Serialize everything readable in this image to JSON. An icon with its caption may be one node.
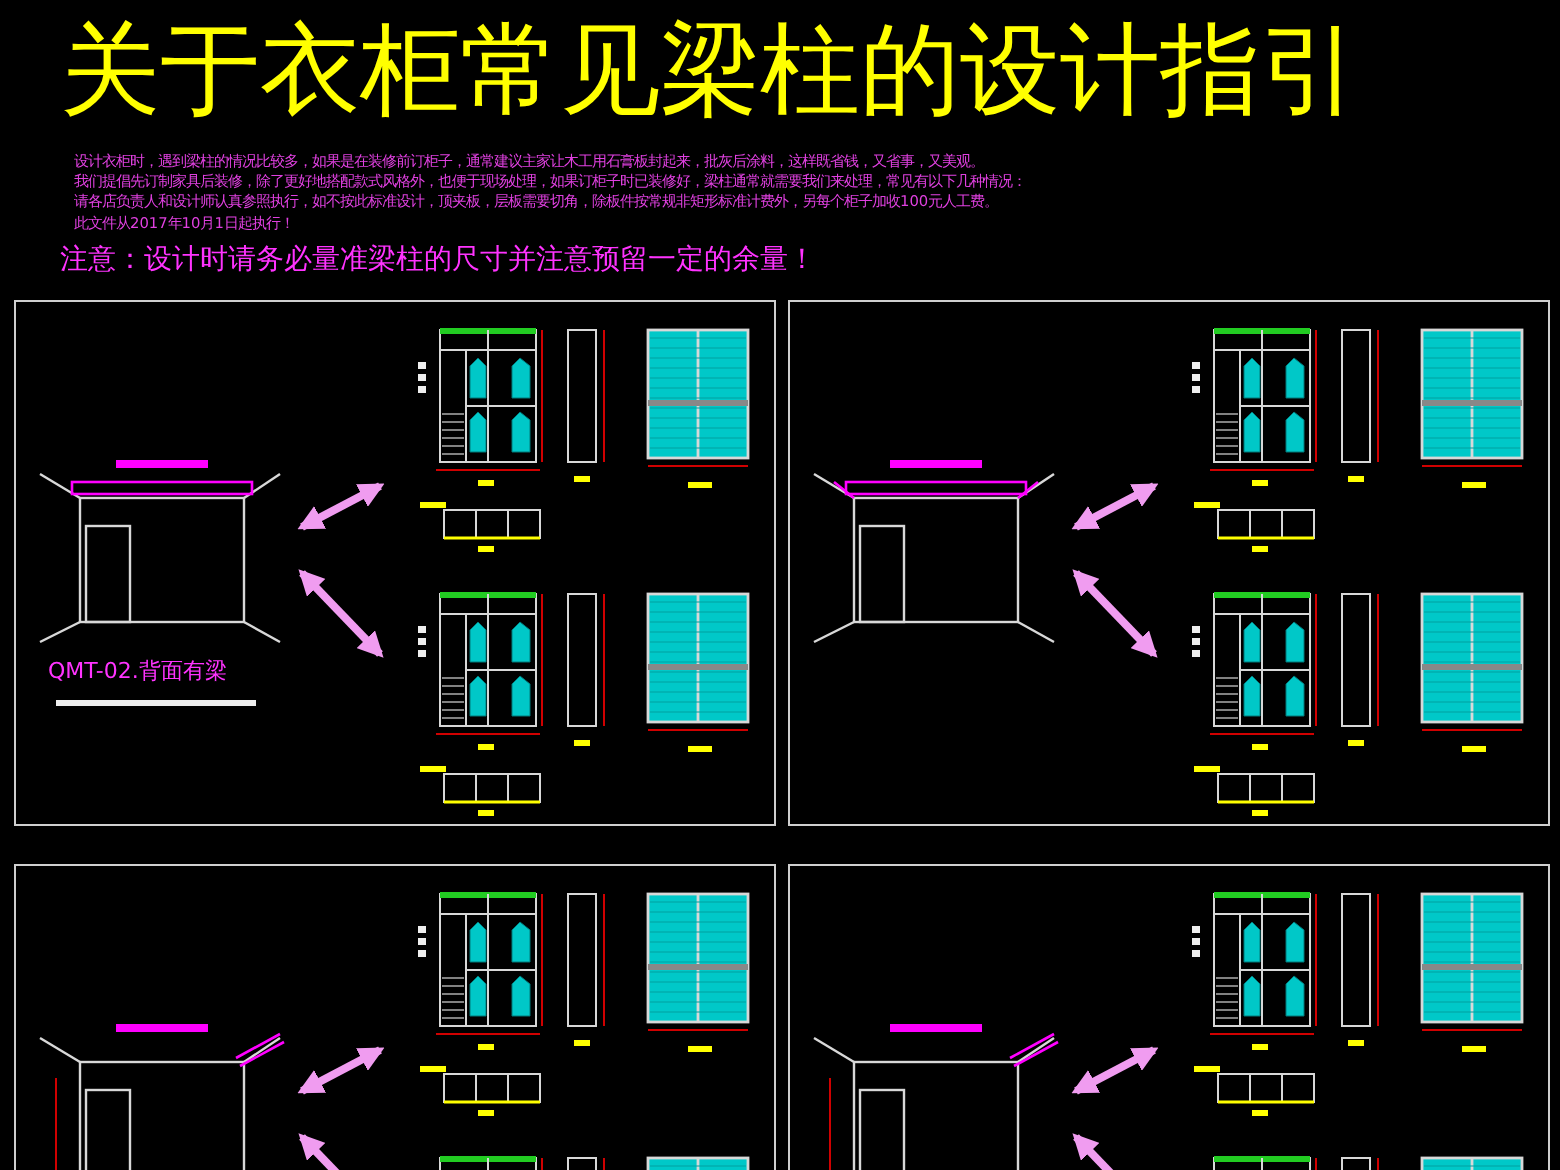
{
  "diagram": {
    "title": "关于衣柜常见梁柱的设计指引",
    "labels": [
      "设计衣柜时，遇到梁柱的情况比较多，如果是在装修前订柜子，通常建议主家让木工用石膏板封起来，批灰后涂料，这样既省钱，又省事，又美观。",
      "我们提倡先订制家具后装修，除了更好地搭配款式风格外，也便于现场处理，如果订柜子时已装修好，梁柱通常就需要我们来处理，常见有以下几种情况：",
      "请各店负责人和设计师认真参照执行，如不按此标准设计，顶夹板，层板需要切角，除板件按常规非矩形标准计费外，另每个柜子加收100元人工费。",
      "此文件从2017年10月1日起执行！",
      "注意：设计时请务必量准梁柱的尺寸并注意预留一定的余量！"
    ],
    "nodes": [
      {
        "text": [
          "QMT-02.背面有梁"
        ]
      },
      {
        "text": [],
        "shape": "picture",
        "in": 0
      },
      {
        "text": [],
        "shape": "picture",
        "in": 0
      },
      {
        "text": [],
        "shape": "picture",
        "in": 0
      },
      {
        "text": [],
        "shape": "box"
      },
      {
        "text": [],
        "shape": "picture",
        "in": 4
      },
      {
        "text": [],
        "shape": "picture",
        "in": 4
      },
      {
        "text": [],
        "shape": "picture",
        "in": 4
      },
      {
        "text": [],
        "shape": "box"
      },
      {
        "text": [],
        "shape": "picture",
        "in": 8
      },
      {
        "text": [],
        "shape": "picture",
        "in": 8
      },
      {
        "text": [],
        "shape": "picture",
        "in": 8
      },
      {
        "text": [],
        "shape": "box"
      },
      {
        "text": [],
        "shape": "picture",
        "in": 12
      },
      {
        "text": [],
        "shape": "picture",
        "in": 12
      },
      {
        "text": [],
        "shape": "picture",
        "in": 12
      }
    ],
    "edges": [
      {
        "from": 1,
        "to": 2,
        "arrow": "both"
      },
      {
        "from": 1,
        "to": 3,
        "arrow": "both"
      },
      {
        "from": 5,
        "to": 6,
        "arrow": "both"
      },
      {
        "from": 5,
        "to": 7,
        "arrow": "both"
      },
      {
        "from": 9,
        "to": 10,
        "arrow": "both"
      },
      {
        "from": 9,
        "to": 11,
        "arrow": "both"
      },
      {
        "from": 13,
        "to": 14,
        "arrow": "both"
      },
      {
        "from": 13,
        "to": 15,
        "arrow": "both"
      }
    ]
  }
}
